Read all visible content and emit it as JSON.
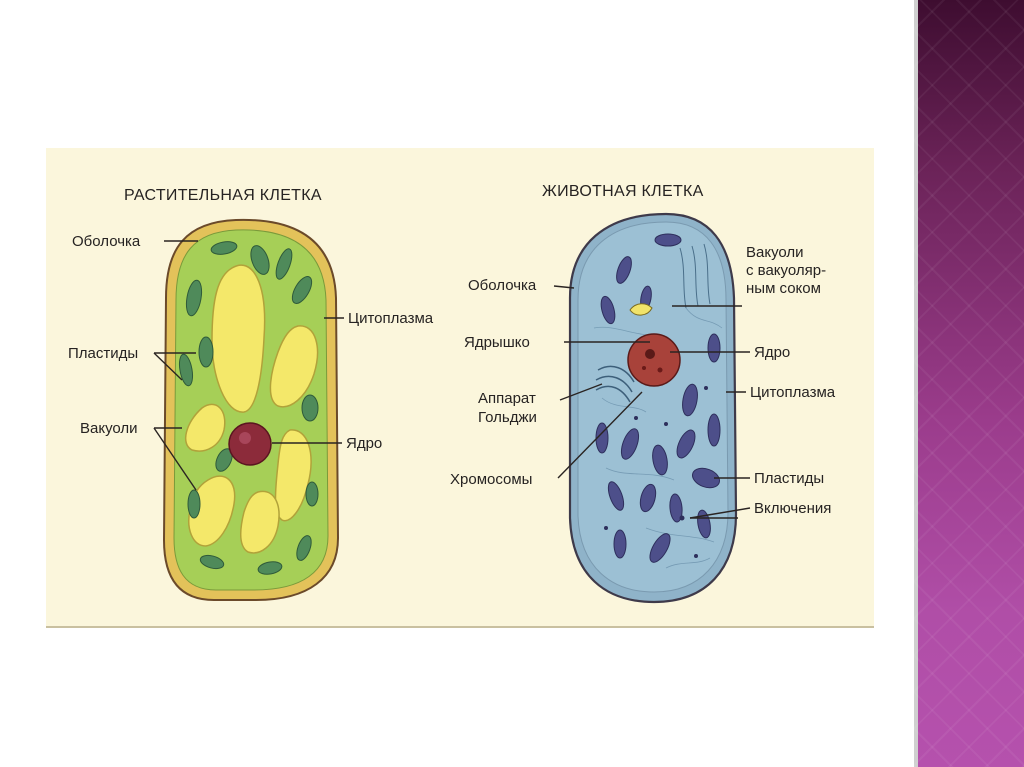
{
  "plant": {
    "title": "РАСТИТЕЛЬНАЯ КЛЕТКА",
    "labels": {
      "membrane": "Оболочка",
      "cytoplasm": "Цитоплазма",
      "plastids": "Пластиды",
      "vacuoles": "Вакуоли",
      "nucleus": "Ядро"
    }
  },
  "animal": {
    "title": "ЖИВОТНАЯ КЛЕТКА",
    "labels": {
      "membrane": "Оболочка",
      "vacuoles_line1": "Вакуоли",
      "vacuoles_line2": "с вакуоляр-",
      "vacuoles_line3": "ным соком",
      "nucleolus": "Ядрышко",
      "nucleus": "Ядро",
      "golgi_line1": "Аппарат",
      "golgi_line2": "Гольджи",
      "cytoplasm": "Цитоплазма",
      "chromosomes": "Хромосомы",
      "plastids": "Пластиды",
      "inclusions": "Включения"
    }
  },
  "colors": {
    "panel_bg": "#fbf6dc",
    "plant_wall": "#e3c25a",
    "plant_cytoplasm": "#a6cf57",
    "plant_vacuole": "#f4e86a",
    "plastid": "#4f8a5a",
    "animal_cytoplasm": "#8fb3c9",
    "animal_organelle": "#4d4f8a",
    "nucleus": "#8c2b3a",
    "accent_band": "#9b3c8c"
  }
}
